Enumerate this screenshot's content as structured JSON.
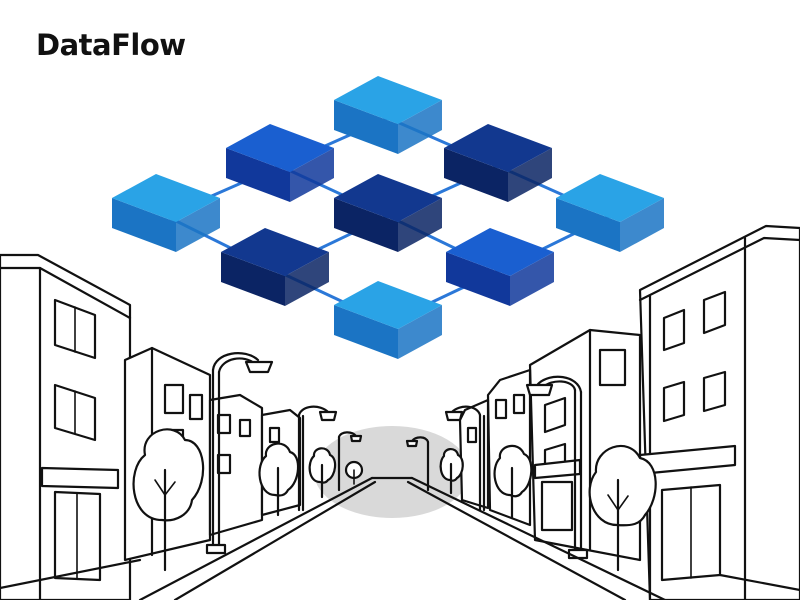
{
  "brand": {
    "name": "DataFlow"
  },
  "colors": {
    "ink": "#111111",
    "background": "#ffffff",
    "road_shadow": "#d9d9d9",
    "block_light_top": "#2aa3e6",
    "block_light_side": "#1b74c4",
    "block_mid_top": "#1a5fd0",
    "block_mid_side": "#11389b",
    "block_dark_top": "#12388f",
    "block_dark_side": "#0b2464",
    "connector": "#2b78d8"
  },
  "illustration": {
    "network_nodes": [
      {
        "id": "top",
        "shade": "light"
      },
      {
        "id": "upper-left",
        "shade": "mid"
      },
      {
        "id": "upper-right",
        "shade": "dark"
      },
      {
        "id": "left",
        "shade": "light"
      },
      {
        "id": "center",
        "shade": "dark"
      },
      {
        "id": "right",
        "shade": "light"
      },
      {
        "id": "lower-left",
        "shade": "dark"
      },
      {
        "id": "lower-right",
        "shade": "mid"
      },
      {
        "id": "bottom",
        "shade": "light"
      }
    ],
    "scene_icons": [
      "city-street-icon",
      "building-icon",
      "tree-icon",
      "street-lamp-icon",
      "road-icon"
    ]
  }
}
